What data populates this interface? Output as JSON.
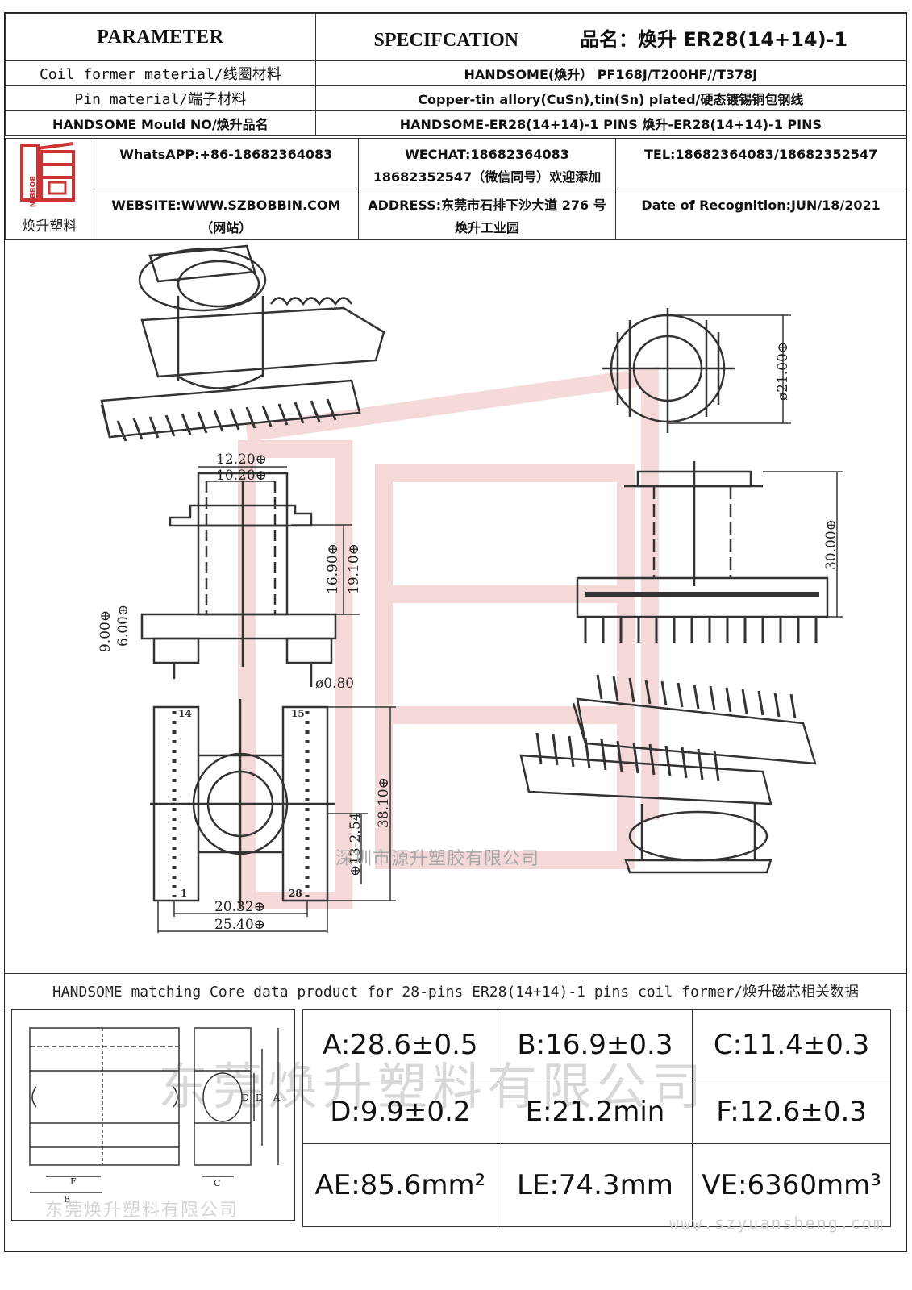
{
  "header": {
    "parameter_label": "PARAMETER",
    "specification_label": "SPECIFCATION",
    "product_name": "品名：焕升 ER28(14+14)-1"
  },
  "rows": [
    {
      "label": "Coil former material/线圈材料",
      "value": "HANDSOME(焕升）  PF168J/T200HF//T378J"
    },
    {
      "label": "Pin material/端子材料",
      "value": "Copper-tin allory(CuSn),tin(Sn) plated/硬态镀锡铜包钢线"
    },
    {
      "label": "HANDSOME Mould NO/焕升品名",
      "value": "HANDSOME-ER28(14+14)-1 PINS    焕升-ER28(14+14)-1 PINS"
    }
  ],
  "company": {
    "logo_name": "焕升塑料",
    "whatsapp": "WhatsAPP:+86-18682364083",
    "wechat_line1": "WECHAT:18682364083",
    "wechat_line2": "18682352547（微信同号）欢迎添加",
    "tel": "TEL:18682364083/18682352547",
    "website": "WEBSITE:WWW.SZBOBBIN.COM（网站）",
    "address": "ADDRESS:东莞市石排下沙大道 276 号焕升工业园",
    "date": "Date of Recognition:JUN/18/2021"
  },
  "drawing": {
    "dims": {
      "d21": "ø21.00⊕",
      "w1220": "12.20⊕",
      "w1020": "10.20⊕",
      "h1690": "16.90⊕",
      "h1910": "19.10⊕",
      "h900": "9.00⊕",
      "h600": "6.00⊕",
      "pin080": "ø0.80",
      "h3000": "30.00⊕",
      "h3810": "38.10⊕",
      "p254": "⊕13-2.54",
      "w2032": "20.32⊕",
      "w2540": "25.40⊕",
      "pin14": "14",
      "pin15": "15",
      "pin1": "1",
      "pin28": "28"
    },
    "watermark_small": "深圳市源升塑胶有限公司",
    "watermark_large": "东莞焕升塑料有限公司"
  },
  "core": {
    "title": "HANDSOME matching Core data  product for 28-pins ER28(14+14)-1 pins coil former/焕升磁芯相关数据",
    "labels": {
      "A": "A",
      "B": "B",
      "C": "C",
      "D": "D",
      "E": "E",
      "F": "F"
    },
    "watermark": "东莞焕升塑料有限公司",
    "values": [
      [
        "A:28.6±0.5",
        "B:16.9±0.3",
        "C:11.4±0.3"
      ],
      [
        "D:9.9±0.2",
        "E:21.2min",
        "F:12.6±0.3"
      ],
      [
        "AE:85.6mm²",
        "LE:74.3mm",
        "VE:6360mm³"
      ]
    ]
  },
  "footer_url": "www.szyuansheng.com"
}
